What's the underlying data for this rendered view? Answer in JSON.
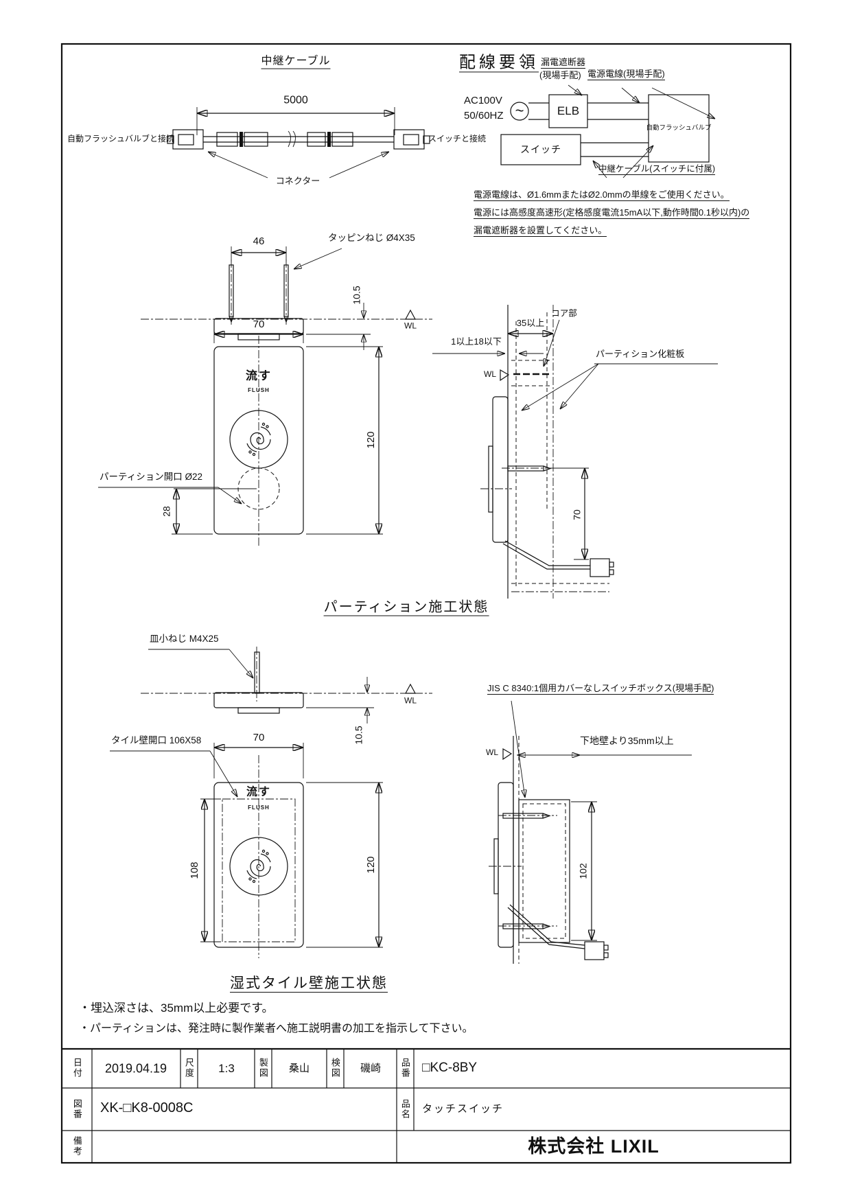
{
  "cable_assembly": {
    "title": "中継ケーブル",
    "length": "5000",
    "left_label": "自動フラッシュバルブと接続",
    "right_label": "スイッチと接続",
    "connector_label": "コネクター"
  },
  "wiring": {
    "title": "配線要領",
    "breaker_label": "漏電遮断器",
    "breaker_sub": "(現場手配)",
    "power_wire_label": "電源電線(現場手配)",
    "ac_voltage": "AC100V",
    "ac_freq": "50/60HZ",
    "ac_symbol": "~",
    "elb_label": "ELB",
    "switch_label": "スイッチ",
    "valve_label": "自動フラッシュバルブ",
    "relay_label": "中継ケーブル(スイッチに付属)",
    "note1": "電源電線は、Ø1.6mmまたはØ2.0mmの単線をご使用ください。",
    "note2": "電源には高感度高速形(定格感度電流15mA以下,動作時間0.1秒以内)の",
    "note3": "漏電遮断器を設置してください。"
  },
  "plate": {
    "flush_jp": "流す",
    "flush_en": "FLUSH"
  },
  "symbols": {
    "wl": "WL"
  },
  "partition": {
    "dim_width_top": "46",
    "screw_label": "タッピンねじ Ø4X35",
    "dim_offset": "10.5",
    "dim_width": "70",
    "dim_height": "120",
    "opening_label": "パーティション開口 Ø22",
    "dim_bottom": "28",
    "dim_thickness": "35以上",
    "dim_gap": "1以上18以下",
    "core_label": "コア部",
    "panel_label": "パーティション化粧板",
    "dim_screw_pitch": "70",
    "caption": "パーティション施工状態"
  },
  "tile": {
    "screw_label": "皿小ねじ M4X25",
    "dim_offset": "10.5",
    "opening_label": "タイル壁開口 106X58",
    "dim_width": "70",
    "dim_opening_h": "108",
    "dim_height": "120",
    "box_label": "JIS C 8340:1個用カバーなしスイッチボックス(現場手配)",
    "depth_label": "下地壁より35mm以上",
    "dim_box_h": "102",
    "caption": "湿式タイル壁施工状態"
  },
  "notes": {
    "line1": "・埋込深さは、35mm以上必要です。",
    "line2": "・パーティションは、発注時に製作業者へ施工説明書の加工を指示して下さい。"
  },
  "title_block": {
    "date_label": "日付",
    "date": "2019.04.19",
    "scale_label": "尺度",
    "scale": "1:3",
    "drawn_label": "製図",
    "drawn": "桑山",
    "checked_label": "検図",
    "checked": "磯崎",
    "part_no_label": "品番",
    "part_no": "□KC-8BY",
    "dwg_no_label": "図番",
    "dwg_no": "XK-□K8-0008C",
    "part_name_label": "品名",
    "part_name": "タッチスイッチ",
    "remarks_label": "備考",
    "company": "株式会社 LIXIL"
  }
}
